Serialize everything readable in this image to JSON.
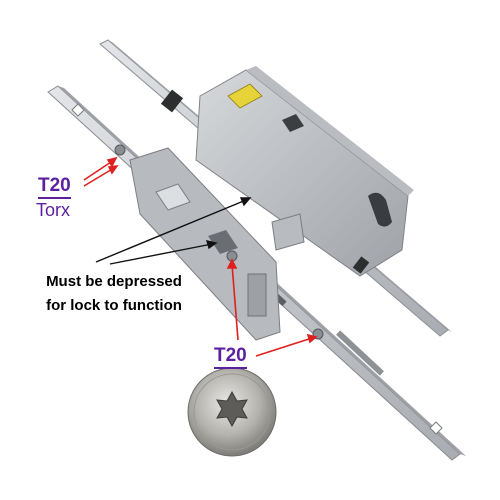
{
  "labels": {
    "t20_top": "T20",
    "torx": "Torx",
    "note_line_1": "Must be depressed",
    "note_line_2": "for lock to function",
    "t20_bottom": "T20"
  },
  "colors": {
    "label_text": "#5b1fa0",
    "arrow_red": "#e02020",
    "arrow_black": "#111111",
    "metal": "#c9ccd0"
  }
}
